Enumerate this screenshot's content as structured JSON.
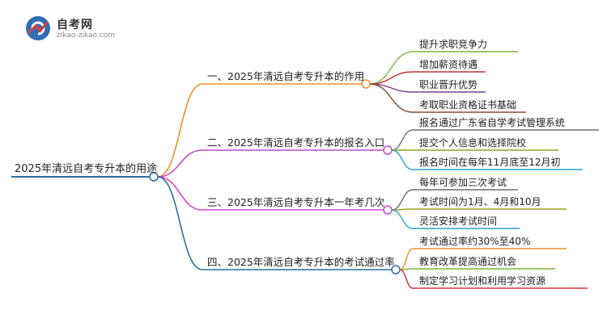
{
  "logo": {
    "title": "自考网",
    "subtitle": "zikao-zikao.com"
  },
  "colors": {
    "root_line": "#2b6ea3",
    "branch_1": "#f0902a",
    "branch_2": "#c34cc3",
    "branch_3": "#d04bd0",
    "branch_4": "#2b6ea3",
    "leaf_green": "#7ab83a",
    "leaf_red": "#cc3333",
    "leaf_brown": "#8b4a2e",
    "leaf_gray": "#6e6e6e",
    "leaf_cyan": "#2aa3c7",
    "leaf_orange": "#f0902a",
    "text": "#222222"
  },
  "mindmap": {
    "root": "2025年清远自考专升本的用途",
    "branches": [
      {
        "label": "一、2025年清远自考专升本的作用",
        "color": "#f0902a",
        "children": [
          {
            "label": "提升求职竞争力",
            "color": "#7ab83a"
          },
          {
            "label": "增加薪资待遇",
            "color": "#cc3333"
          },
          {
            "label": "职业晋升优势",
            "color": "#7a3b9a"
          },
          {
            "label": "考取职业资格证书基础",
            "color": "#8b4a2e"
          }
        ]
      },
      {
        "label": "二、2025年清远自考专升本的报名入口",
        "color": "#c34cc3",
        "children": [
          {
            "label": "报名通过广东省自学考试管理系统",
            "color": "#6e6e6e"
          },
          {
            "label": "提交个人信息和选择院校",
            "color": "#9aa023"
          },
          {
            "label": "报名时间在每年11月底至12月初",
            "color": "#2aa3c7"
          }
        ]
      },
      {
        "label": "三、2025年清远自考专升本一年考几次",
        "color": "#d04bd0",
        "children": [
          {
            "label": "每年可参加三次考试",
            "color": "#6e6e6e"
          },
          {
            "label": "考试时间为1月、4月和10月",
            "color": "#9aa023"
          },
          {
            "label": "灵活安排考试时间",
            "color": "#2aa3c7"
          }
        ]
      },
      {
        "label": "四、2025年清远自考专升本的考试通过率",
        "color": "#2b6ea3",
        "children": [
          {
            "label": "考试通过率约30%至40%",
            "color": "#f0902a"
          },
          {
            "label": "教育改革提高通过机会",
            "color": "#7ab83a"
          },
          {
            "label": "制定学习计划和利用学习资源",
            "color": "#cc3333"
          }
        ]
      }
    ]
  }
}
